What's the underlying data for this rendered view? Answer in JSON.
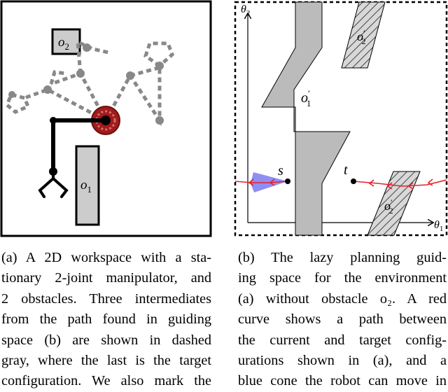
{
  "figure_a": {
    "obstacle_1": {
      "name": "o",
      "sub": "1"
    },
    "obstacle_2": {
      "name": "o",
      "sub": "2"
    },
    "colors": {
      "robot": "#000000",
      "intermediate": "#888888",
      "target_highlight": "#a31a1a",
      "obstacle_fill": "#cccccc"
    }
  },
  "figure_b": {
    "axis_y": {
      "name": "θ",
      "sub": "2"
    },
    "axis_x": {
      "name": "θ",
      "sub": "1"
    },
    "obstacle_1_prime": {
      "name": "o",
      "prime": "′",
      "sub": "1"
    },
    "obstacle_2_prime_top": {
      "name": "o",
      "prime": "′",
      "sub": "2"
    },
    "obstacle_2_prime_bottom": {
      "name": "o",
      "prime": "′",
      "sub": "2"
    },
    "start_label": "s",
    "target_label": "t",
    "colors": {
      "path": "#e8202a",
      "cone": "#7b7bf0",
      "obstacle_fill": "#bbbbbb"
    }
  },
  "caption_a": {
    "lines": [
      "(a) A 2D workspace with a sta-",
      "tionary 2-joint manipulator, and",
      "2 obstacles. Three intermediates",
      "from the path found in guiding",
      "space (b) are shown in dashed",
      "gray, where the last is the target",
      "configuration. We also mark the"
    ]
  },
  "caption_b": {
    "lines": [
      "(b) The lazy planning guid-",
      "ing space for the environment",
      "(a) without obstacle o₂. A red",
      "curve shows a path between",
      "the current and target config-",
      "urations shown in (a), and a",
      "blue cone the robot can move in"
    ]
  }
}
